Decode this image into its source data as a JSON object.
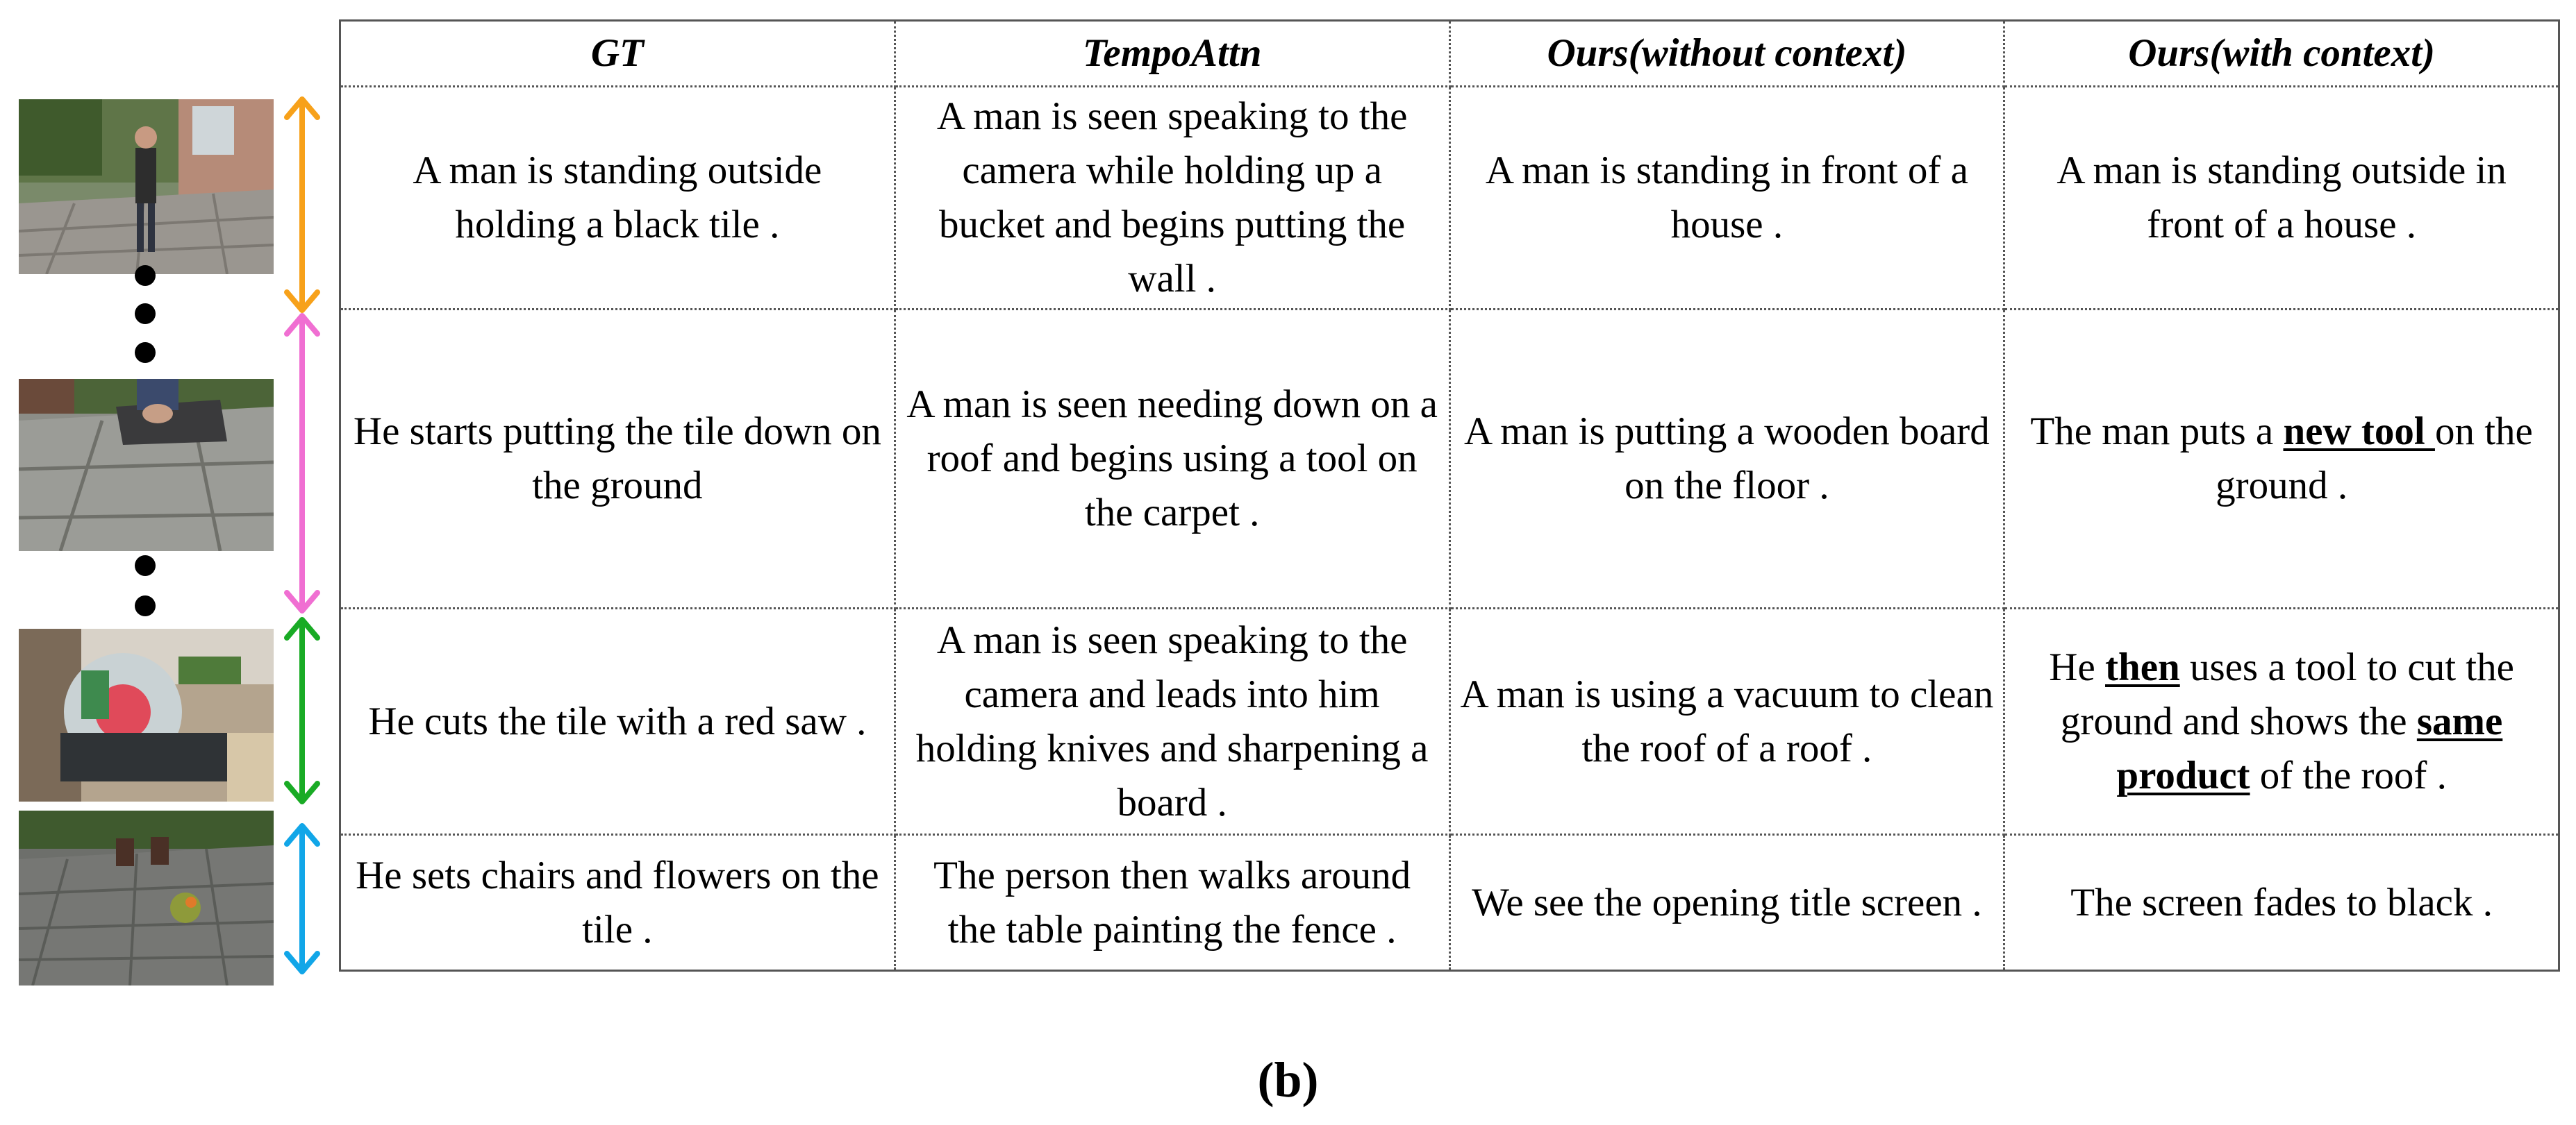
{
  "table": {
    "headers": [
      "GT",
      "TempoAttn",
      "Ours(without context)",
      "Ours(with context)"
    ],
    "rows": [
      {
        "gt": "A man is standing outside holding a black tile .",
        "tempoattn": "A man is seen speaking to the camera while holding up a bucket and begins putting the wall .",
        "without_context": "A man is standing in front of a house .",
        "with_context": [
          {
            "t": "A man is standing outside in front of a house .",
            "hl": false
          }
        ]
      },
      {
        "gt": "He starts putting the tile down on the ground",
        "tempoattn": "A man is seen needing down on a roof and begins using a tool on the carpet .",
        "without_context": "A man is putting a wooden board on the floor .",
        "with_context": [
          {
            "t": "The man puts a ",
            "hl": false
          },
          {
            "t": "new tool ",
            "hl": true
          },
          {
            "t": "on the ground .",
            "hl": false
          }
        ]
      },
      {
        "gt": "He cuts the tile with a red saw .",
        "tempoattn": "A man is seen speaking to the camera and leads into him holding knives and sharpening a board .",
        "without_context": "A man is using a vacuum to clean the roof of a roof .",
        "with_context": [
          {
            "t": "He ",
            "hl": false
          },
          {
            "t": "then",
            "hl": true
          },
          {
            "t": " uses a tool to cut the ground and shows the ",
            "hl": false
          },
          {
            "t": "same product",
            "hl": true
          },
          {
            "t": " of the roof .",
            "hl": false
          }
        ]
      },
      {
        "gt": "He sets chairs and flowers on the tile .",
        "tempoattn": "The person then walks around the table painting the fence .",
        "without_context": "We see the opening title screen .",
        "with_context": [
          {
            "t": "The screen fades to black .",
            "hl": false
          }
        ]
      }
    ]
  },
  "panel_label": "(b)",
  "arrow_colors": [
    "#f7a11a",
    "#f06fd2",
    "#19ab25",
    "#11a6e8"
  ]
}
